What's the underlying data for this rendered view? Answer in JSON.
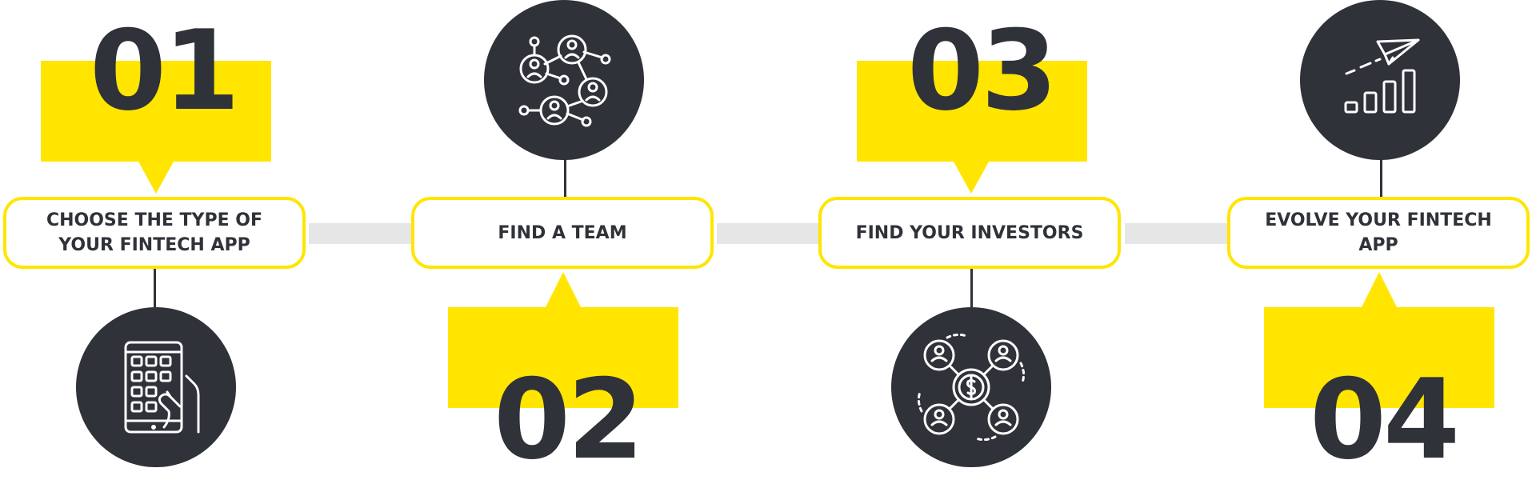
{
  "steps": [
    {
      "number": "01",
      "title": "CHOOSE THE TYPE OF YOUR FINTECH APP",
      "icon": "smartphone-keypad-icon"
    },
    {
      "number": "02",
      "title": "FIND A TEAM",
      "icon": "team-network-icon"
    },
    {
      "number": "03",
      "title": "FIND YOUR INVESTORS",
      "icon": "investors-network-icon"
    },
    {
      "number": "04",
      "title": "EVOLVE YOUR FINTECH APP",
      "icon": "growth-chart-icon"
    }
  ],
  "colors": {
    "accent": "#ffe500",
    "dark": "#2f3238",
    "connector": "#e6e6e6"
  }
}
